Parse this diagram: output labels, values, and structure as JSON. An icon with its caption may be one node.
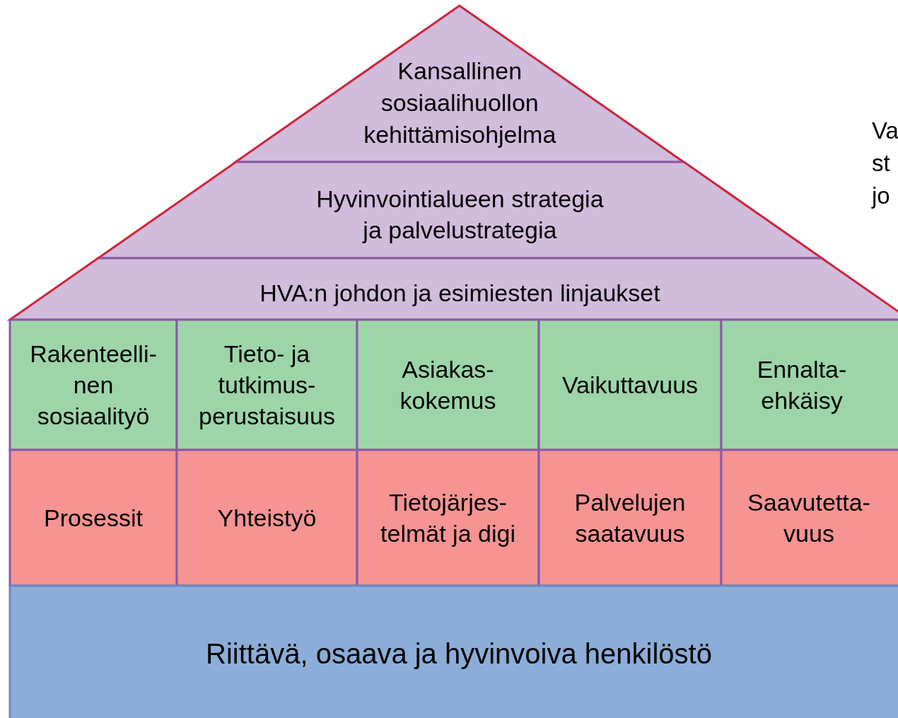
{
  "diagram": {
    "nodes": [
      {
        "text": [
          "Kansallinen sosiaalihuollon kehittämisohjelma"
        ]
      },
      {
        "text": [
          "Hyvinvointialueen strategia ja palvelustrategia"
        ]
      },
      {
        "text": [
          "HVA:n johdon ja esimiesten linjaukset"
        ]
      },
      {
        "text": [
          "Rakenteelli- nen sosiaalityö"
        ]
      },
      {
        "text": [
          "Tieto- ja tutkimus- perustaisuus"
        ]
      },
      {
        "text": [
          "Asiakas- kokemus"
        ]
      },
      {
        "text": [
          "Vaikuttavuus"
        ]
      },
      {
        "text": [
          "Ennalta- ehkäisy"
        ]
      },
      {
        "text": [
          "Prosessit"
        ]
      },
      {
        "text": [
          "Yhteistyö"
        ]
      },
      {
        "text": [
          "Tietojärjes- telmät ja digi"
        ]
      },
      {
        "text": [
          "Palvelujen saatavuus"
        ]
      },
      {
        "text": [
          "Saavutetta- vuus"
        ]
      },
      {
        "text": [
          "Riittävä, osaava ja hyvinvoiva henkilöstö"
        ]
      }
    ],
    "edges": [],
    "labels": [
      "Va st jo"
    ]
  }
}
